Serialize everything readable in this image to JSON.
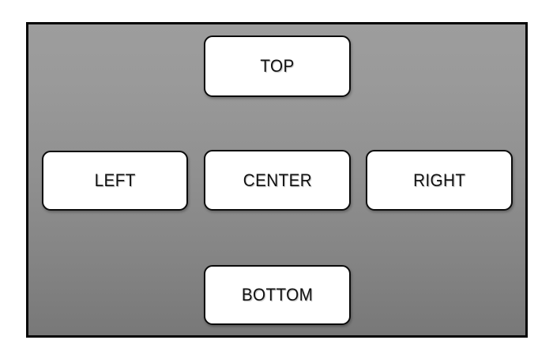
{
  "panel": {
    "name": "alignment-panel",
    "background_gradient_top": "#9d9d9d",
    "background_gradient_bottom": "#787878",
    "border_color": "#050505"
  },
  "buttons": {
    "top": {
      "label": "TOP"
    },
    "left": {
      "label": "LEFT"
    },
    "center": {
      "label": "CENTER"
    },
    "right": {
      "label": "RIGHT"
    },
    "bottom": {
      "label": "BOTTOM"
    }
  },
  "style": {
    "button_fill": "#ffffff",
    "button_border": "#0b0b0b",
    "label_color": "#111111"
  }
}
